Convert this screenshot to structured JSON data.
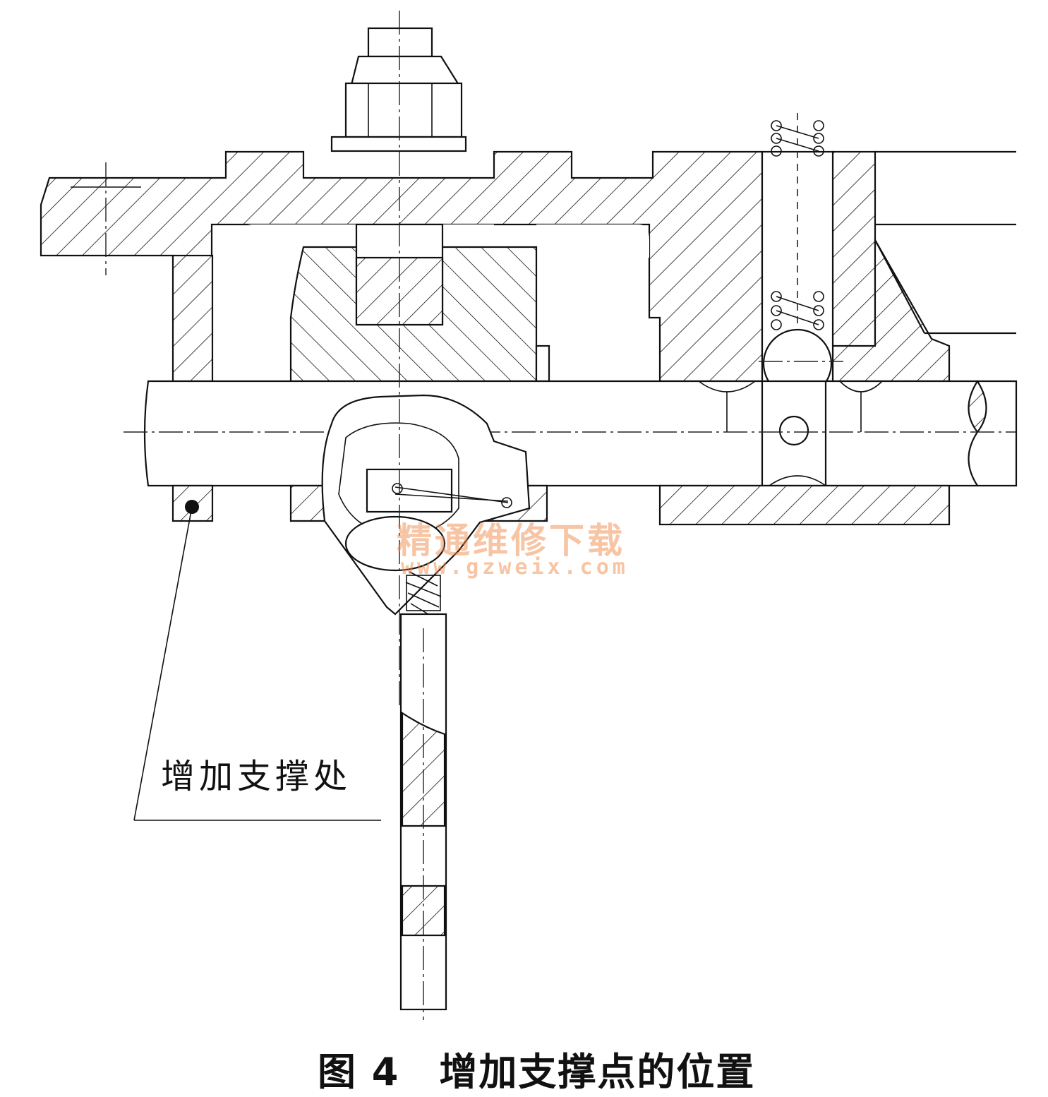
{
  "figure": {
    "callout_label": "增加支撑处",
    "caption": "图 4　增加支撑点的位置"
  },
  "watermark": {
    "text_cn": "精通维修下载",
    "url": "www.gzweix.com",
    "color": "#f08a4b"
  },
  "colors": {
    "line": "#111111",
    "background": "#ffffff"
  }
}
